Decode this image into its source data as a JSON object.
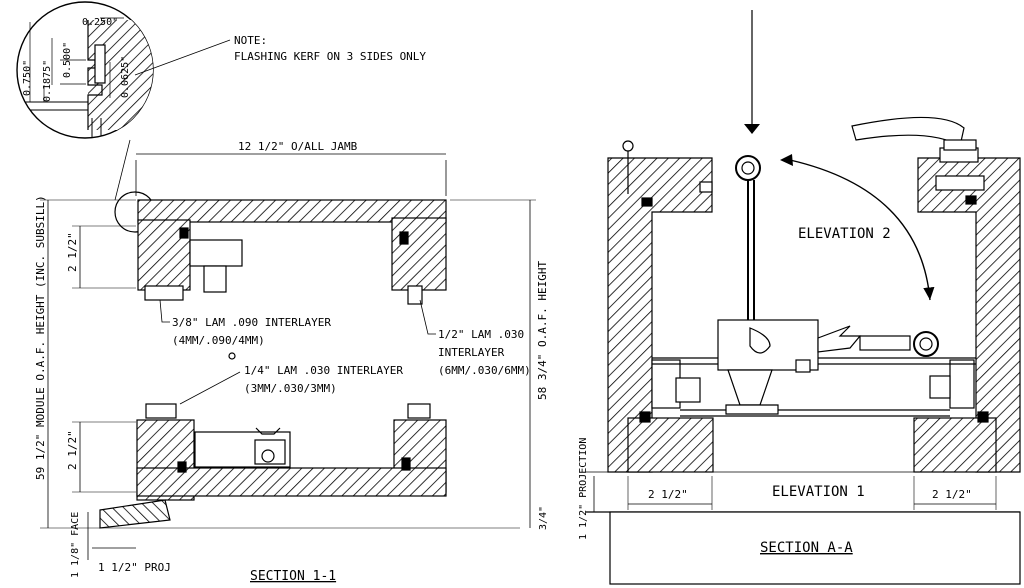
{
  "left_drawing": {
    "title": "SECTION 1-1",
    "note_heading": "NOTE:",
    "note_body": "FLASHING KERF ON 3 SIDES ONLY",
    "detail_dims": {
      "d1": "0.250\"",
      "d2": "0.500\"",
      "d3": "0.750\"",
      "d4": "0.1875\"",
      "d5": "0.0625\""
    },
    "jamb_width": "12 1/2\" O/ALL JAMB",
    "upper_depth": "2 1/2\"",
    "lower_depth": "2 1/2\"",
    "callout_38": "3/8\" LAM .090 INTERLAYER",
    "callout_38_sub": "(4MM/.090/4MM)",
    "callout_12": "1/2\" LAM .030",
    "callout_12_sub1": "INTERLAYER",
    "callout_12_sub2": "(6MM/.030/6MM)",
    "callout_14": "1/4\" LAM .030 INTERLAYER",
    "callout_14_sub": "(3MM/.030/3MM)",
    "module_height": "59 1/2\" MODULE O.A.F. HEIGHT (INC. SUBSILL)",
    "oaf_height": "58 3/4\" O.A.F. HEIGHT",
    "face_dim": "1 1/8\" FACE",
    "proj_dim": "1 1/2\" PROJ",
    "three_quarter": "3/4\""
  },
  "right_drawing": {
    "title": "SECTION A-A",
    "elevation_2": "ELEVATION 2",
    "elevation_1": "ELEVATION 1",
    "left_dim": "2 1/2\"",
    "right_dim": "2 1/2\"",
    "projection": "1 1/2\" PROJECTION"
  }
}
